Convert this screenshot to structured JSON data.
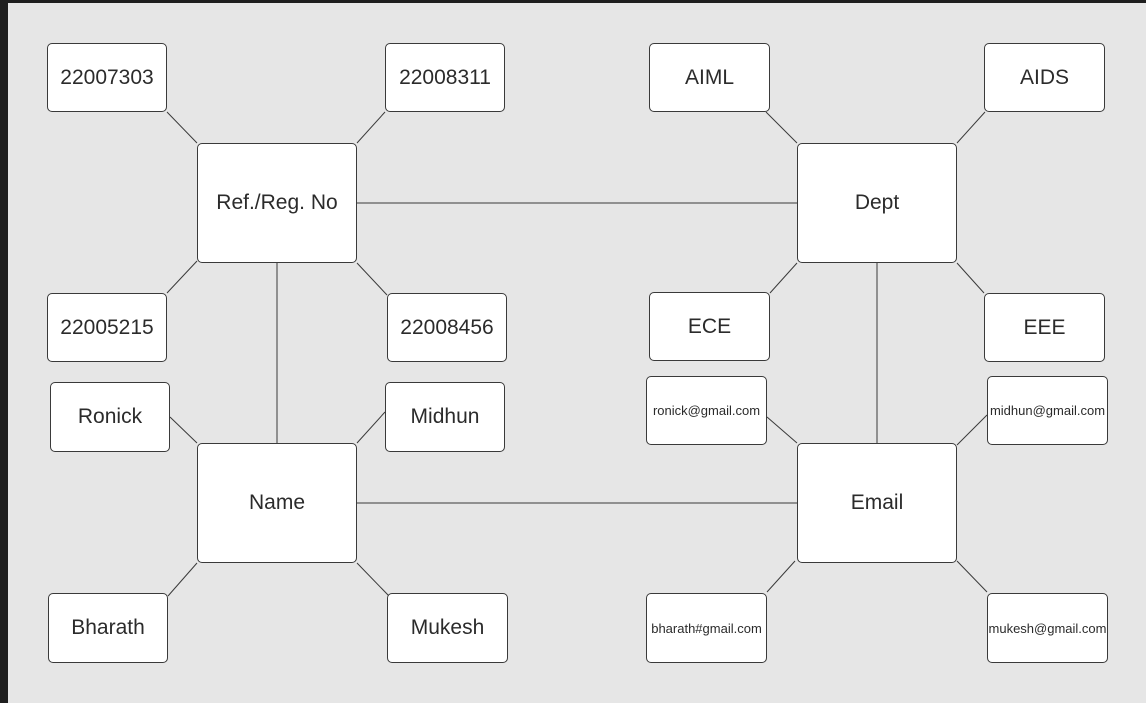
{
  "diagram": {
    "nodes": [
      {
        "id": "ref",
        "label": "Ref./Reg. No"
      },
      {
        "id": "r1",
        "label": "22007303"
      },
      {
        "id": "r2",
        "label": "22008311"
      },
      {
        "id": "r3",
        "label": "22005215"
      },
      {
        "id": "r4",
        "label": "22008456"
      },
      {
        "id": "dept",
        "label": "Dept"
      },
      {
        "id": "d1",
        "label": "AIML"
      },
      {
        "id": "d2",
        "label": "AIDS"
      },
      {
        "id": "d3",
        "label": "ECE"
      },
      {
        "id": "d4",
        "label": "EEE"
      },
      {
        "id": "name",
        "label": "Name"
      },
      {
        "id": "n1",
        "label": "Ronick"
      },
      {
        "id": "n2",
        "label": "Midhun"
      },
      {
        "id": "n3",
        "label": "Bharath"
      },
      {
        "id": "n4",
        "label": "Mukesh"
      },
      {
        "id": "email",
        "label": "Email"
      },
      {
        "id": "e1",
        "label": "ronick@gmail.com"
      },
      {
        "id": "e2",
        "label": "midhun@gmail.com"
      },
      {
        "id": "e3",
        "label": "bharath#gmail.com"
      },
      {
        "id": "e4",
        "label": "mukesh@gmail.com"
      }
    ],
    "edges": [
      [
        "ref",
        "dept"
      ],
      [
        "ref",
        "name"
      ],
      [
        "name",
        "email"
      ],
      [
        "dept",
        "email"
      ],
      [
        "ref",
        "r1"
      ],
      [
        "ref",
        "r2"
      ],
      [
        "ref",
        "r3"
      ],
      [
        "ref",
        "r4"
      ],
      [
        "dept",
        "d1"
      ],
      [
        "dept",
        "d2"
      ],
      [
        "dept",
        "d3"
      ],
      [
        "dept",
        "d4"
      ],
      [
        "name",
        "n1"
      ],
      [
        "name",
        "n2"
      ],
      [
        "name",
        "n3"
      ],
      [
        "name",
        "n4"
      ],
      [
        "email",
        "e1"
      ],
      [
        "email",
        "e2"
      ],
      [
        "email",
        "e3"
      ],
      [
        "email",
        "e4"
      ]
    ]
  }
}
